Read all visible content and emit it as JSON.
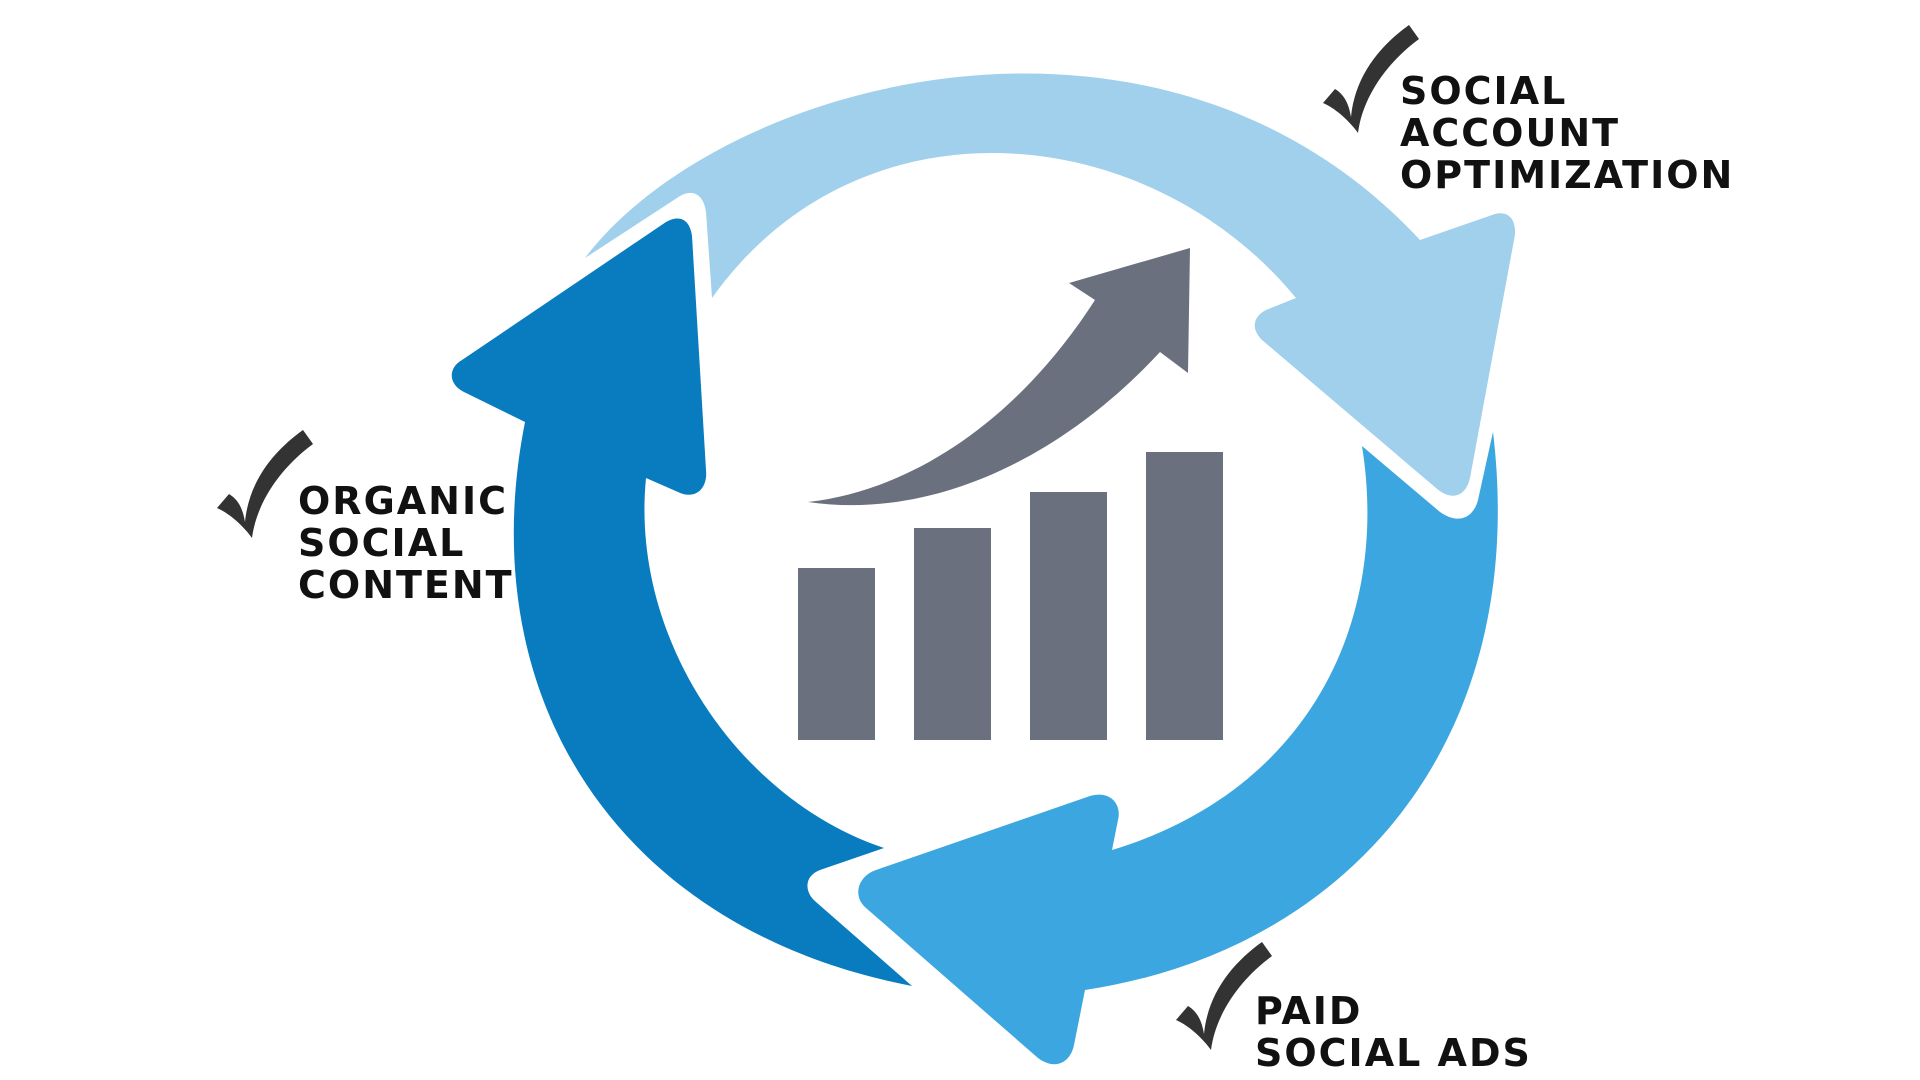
{
  "colors": {
    "arrow_light": "#A0D0EC",
    "arrow_mid": "#3CA6E1",
    "arrow_dark": "#087CBF",
    "chart_gray": "#6A707E",
    "check_dark": "#333333",
    "text": "#111111"
  },
  "center_chart": {
    "bar_levels": [
      0.43,
      0.53,
      0.62,
      0.72
    ],
    "trend": "up"
  },
  "cycle": {
    "direction": "clockwise",
    "steps": [
      {
        "id": "social-account-optimization",
        "lines": [
          "SOCIAL",
          "ACCOUNT",
          "OPTIMIZATION"
        ],
        "icon": "checkmark-icon"
      },
      {
        "id": "paid-social-ads",
        "lines": [
          "PAID",
          "SOCIAL ADS"
        ],
        "icon": "checkmark-icon"
      },
      {
        "id": "organic-social-content",
        "lines": [
          "ORGANIC",
          "SOCIAL",
          "CONTENT"
        ],
        "icon": "checkmark-icon"
      }
    ]
  }
}
